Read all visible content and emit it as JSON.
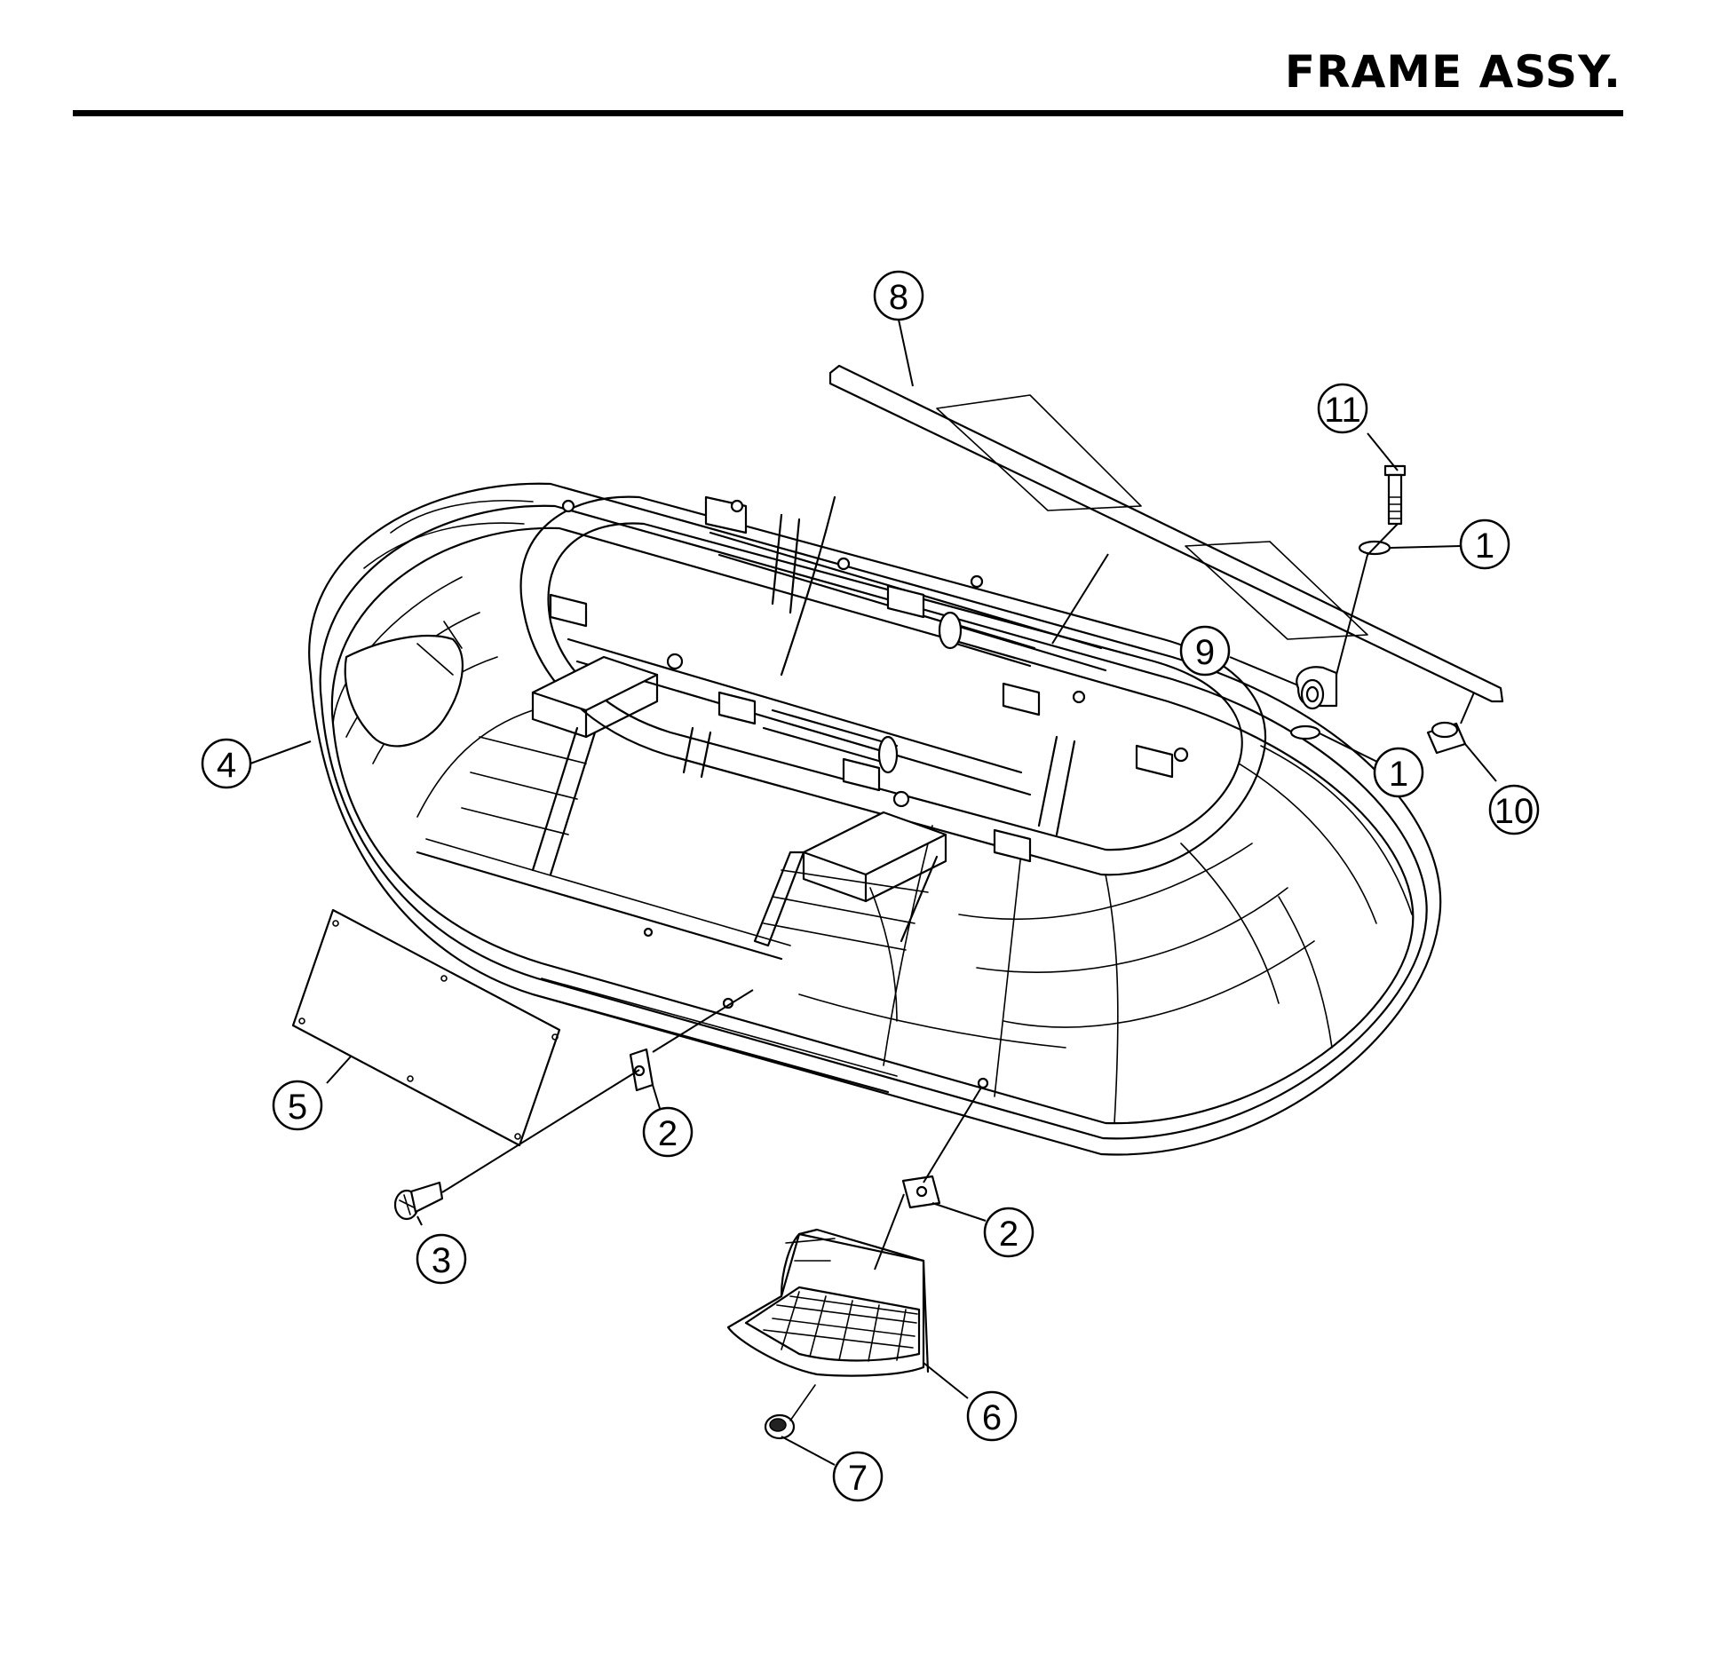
{
  "header": {
    "title": "FRAME ASSY."
  },
  "callouts": [
    {
      "id": "c8",
      "label": "8"
    },
    {
      "id": "c11",
      "label": "11"
    },
    {
      "id": "c1a",
      "label": "1"
    },
    {
      "id": "c9",
      "label": "9"
    },
    {
      "id": "c1b",
      "label": "1"
    },
    {
      "id": "c10",
      "label": "10"
    },
    {
      "id": "c4",
      "label": "4"
    },
    {
      "id": "c5",
      "label": "5"
    },
    {
      "id": "c2a",
      "label": "2"
    },
    {
      "id": "c3",
      "label": "3"
    },
    {
      "id": "c2b",
      "label": "2"
    },
    {
      "id": "c6",
      "label": "6"
    },
    {
      "id": "c7",
      "label": "7"
    }
  ]
}
